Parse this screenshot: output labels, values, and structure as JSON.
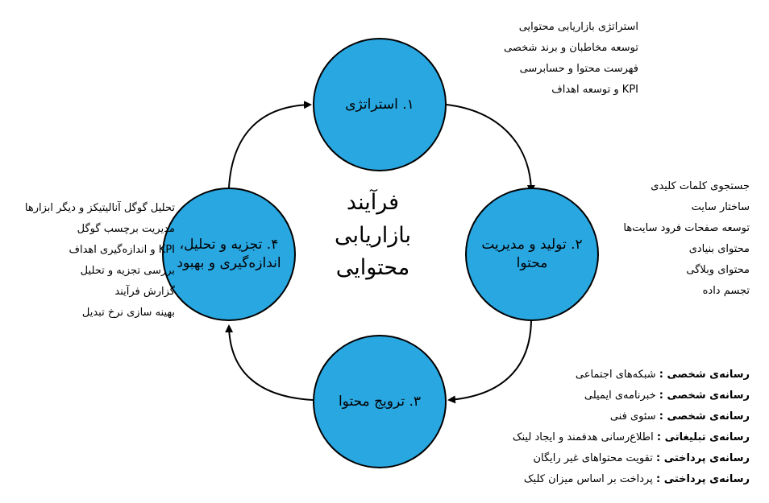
{
  "stages": [
    {
      "label": "۱. استراتژی"
    },
    {
      "label": "۲. تولید و مدیریت محتوا"
    },
    {
      "label": "۳. ترویج محتوا"
    },
    {
      "label": "۴. تجزیه و تحلیل، اندازه‌گیری و بهبود"
    }
  ],
  "center_title": "فرآیند بازاریابی محتوایی",
  "strategy_items": [
    "استراتژی بازاریابی محتوایی",
    "توسعه مخاطبان و برند شخصی",
    "فهرست محتوا و حسابرسی",
    "KPI و توسعه اهداف"
  ],
  "production_items": [
    "جستجوی کلمات کلیدی",
    "ساختار سایت",
    "توسعه صفحات فرود سایت‌ها",
    "محتوای بنیادی",
    "محتوای وبلاگی",
    "تجسم داده"
  ],
  "promotion_items": [
    {
      "label": "رسانه‌ی شخصی :",
      "value": "شبکه‌های اجتماعی"
    },
    {
      "label": "رسانه‌ی شخصی :",
      "value": "خبرنامه‌ی ایمیلی"
    },
    {
      "label": "رسانه‌ی شخصی :",
      "value": "سئوی فنی"
    },
    {
      "label": "رسانه‌ی تبلیغاتی :",
      "value": "اطلاع‌رسانی هدفمند و ایجاد لینک"
    },
    {
      "label": "رسانه‌ی پرداختی :",
      "value": "تقویت محتواهای غیر رایگان"
    },
    {
      "label": "رسانه‌ی پرداختی :",
      "value": "پرداخت بر اساس میزان کلیک"
    }
  ],
  "analysis_items": [
    "تحلیل گوگل آنالیتیکز و دیگر ابزارها",
    "مدیریت برچسب گوگل",
    "KPI و اندازه‌گیری اهداف",
    "بررسی تجزیه و تحلیل",
    "گزارش فرآیند",
    "بهینه سازی نرخ تبدیل"
  ],
  "colors": {
    "circle_fill": "#29a7e1",
    "stroke": "#000000"
  }
}
